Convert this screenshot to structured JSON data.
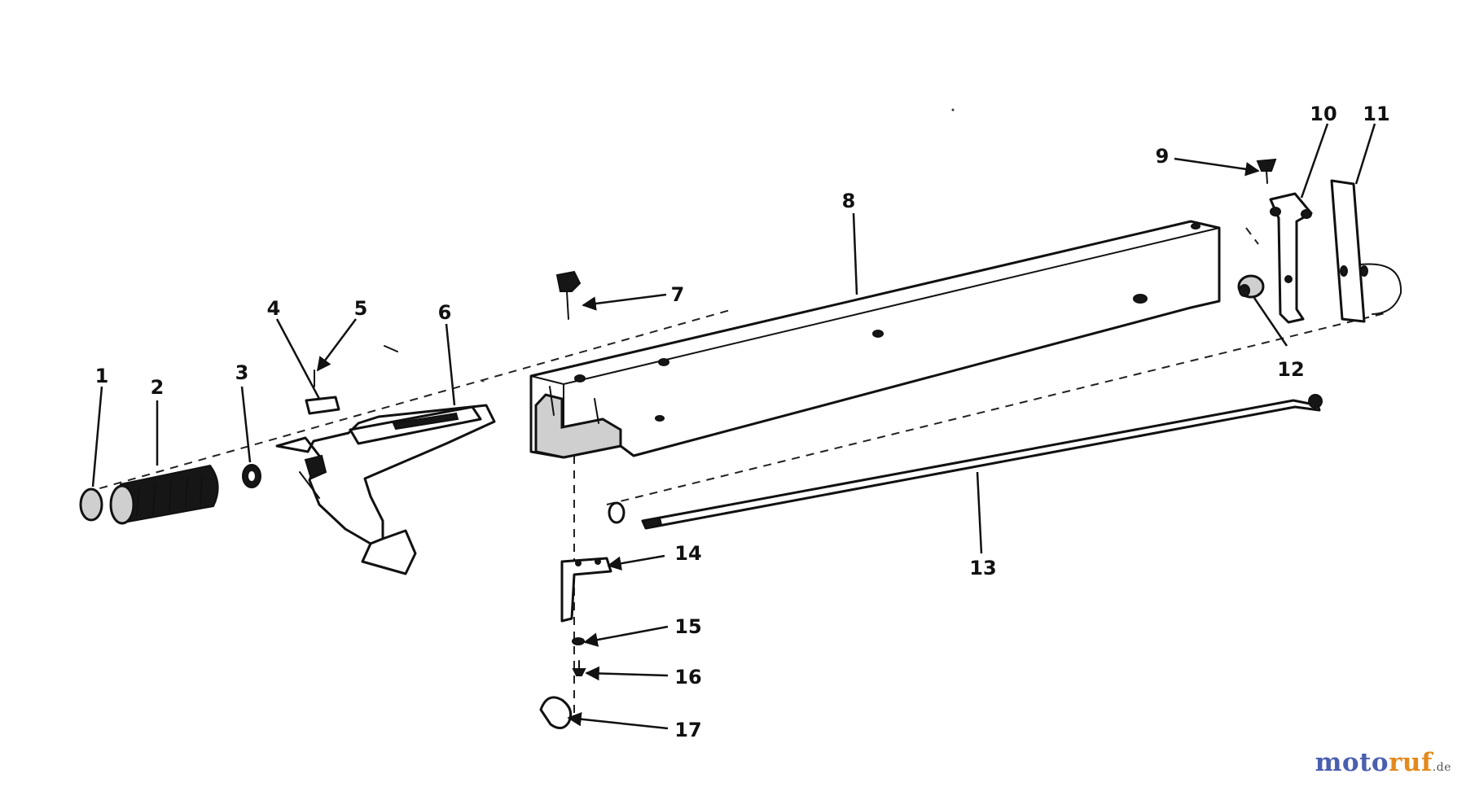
{
  "callouts": [
    "1",
    "2",
    "3",
    "4",
    "5",
    "6",
    "7",
    "8",
    "9",
    "10",
    "11",
    "12",
    "13",
    "14",
    "15",
    "16",
    "17"
  ],
  "watermark": {
    "part1": "moto",
    "part2": "ruf",
    "part3": ".de"
  },
  "colors": {
    "ink": "#111111",
    "watermark_blue": "#4a5fae",
    "watermark_orange": "#e38a1e"
  }
}
